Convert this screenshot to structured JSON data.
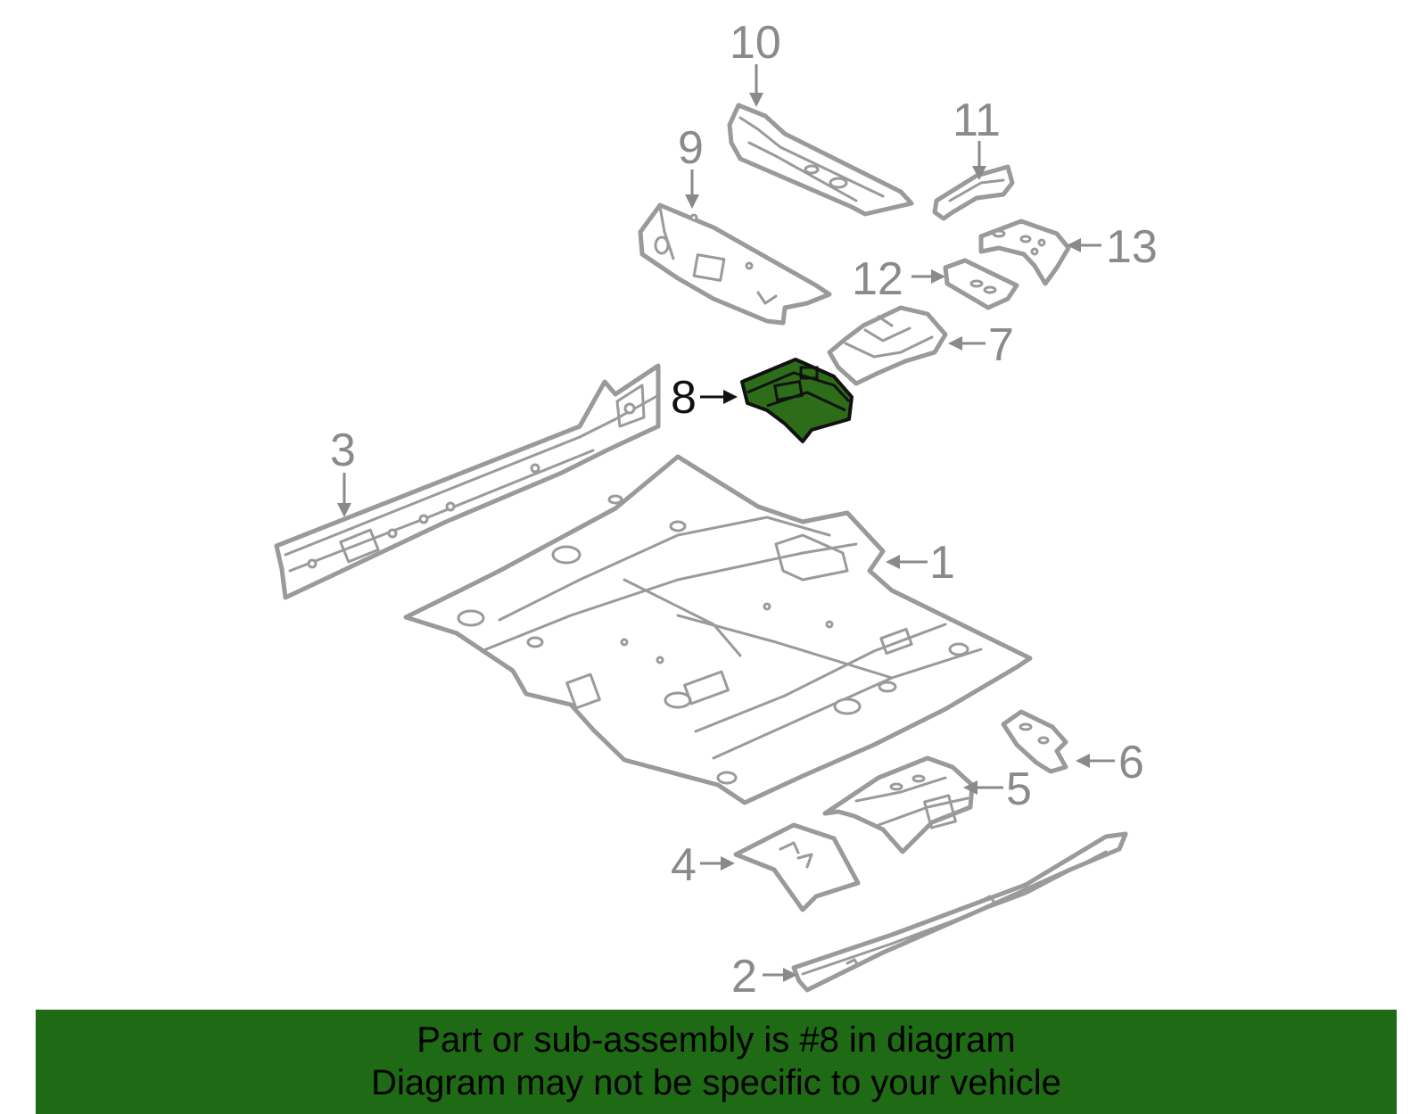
{
  "diagram": {
    "callouts": [
      "1",
      "2",
      "3",
      "4",
      "5",
      "6",
      "7",
      "8",
      "9",
      "10",
      "11",
      "12",
      "13"
    ],
    "highlighted_callout": "8",
    "colors": {
      "highlight": "#2d6d1a",
      "line": "#9a9a9a",
      "banner": "#1f6a14"
    }
  },
  "footer": {
    "line1": "Part or sub-assembly is #8 in diagram",
    "line2": "Diagram may not be specific to your vehicle"
  }
}
